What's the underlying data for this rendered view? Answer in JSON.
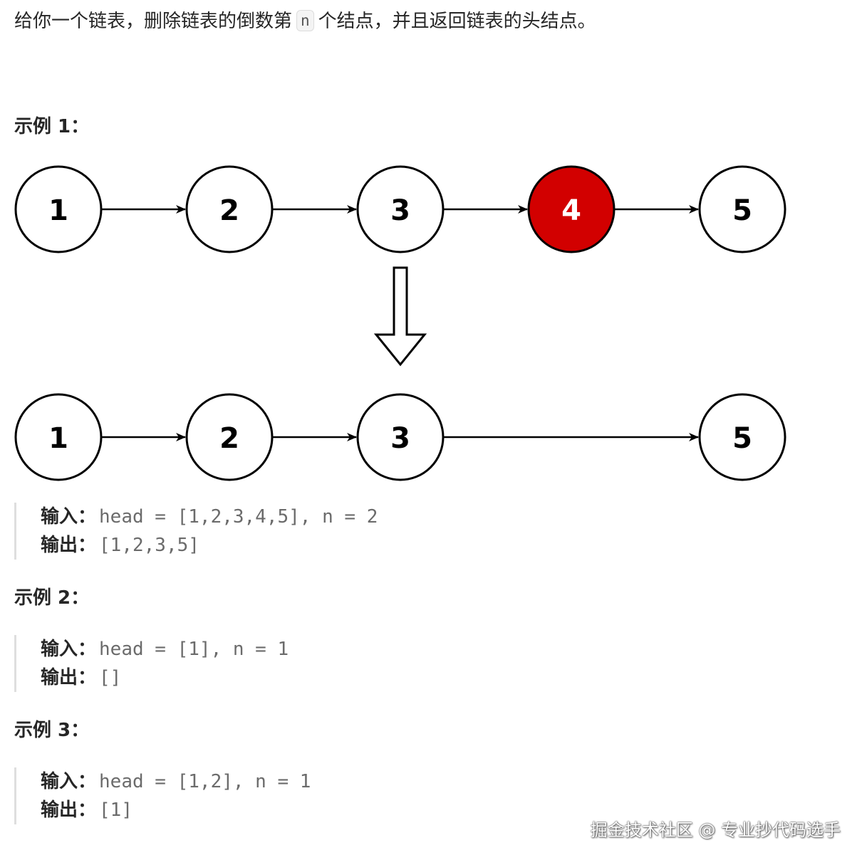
{
  "intro": {
    "before": "给你一个链表，删除链表的倒数第",
    "code": "n",
    "after": "个结点，并且返回链表的头结点。"
  },
  "diagram": {
    "top_nodes": [
      "1",
      "2",
      "3",
      "4",
      "5"
    ],
    "highlighted_node": "4",
    "bottom_nodes": [
      "1",
      "2",
      "3",
      "5"
    ],
    "highlight_color": "#d20000"
  },
  "examples": [
    {
      "title": "示例 1：",
      "input_label": "输入",
      "input_value": "head = [1,2,3,4,5], n = 2",
      "output_label": "输出",
      "output_value": "[1,2,3,5]"
    },
    {
      "title": "示例 2：",
      "input_label": "输入",
      "input_value": "head = [1], n = 1",
      "output_label": "输出",
      "output_value": "[]"
    },
    {
      "title": "示例 3：",
      "input_label": "输入",
      "input_value": "head = [1,2], n = 1",
      "output_label": "输出",
      "output_value": "[1]"
    }
  ],
  "colon": "：",
  "watermark": "掘金技术社区 @ 专业抄代码选手"
}
